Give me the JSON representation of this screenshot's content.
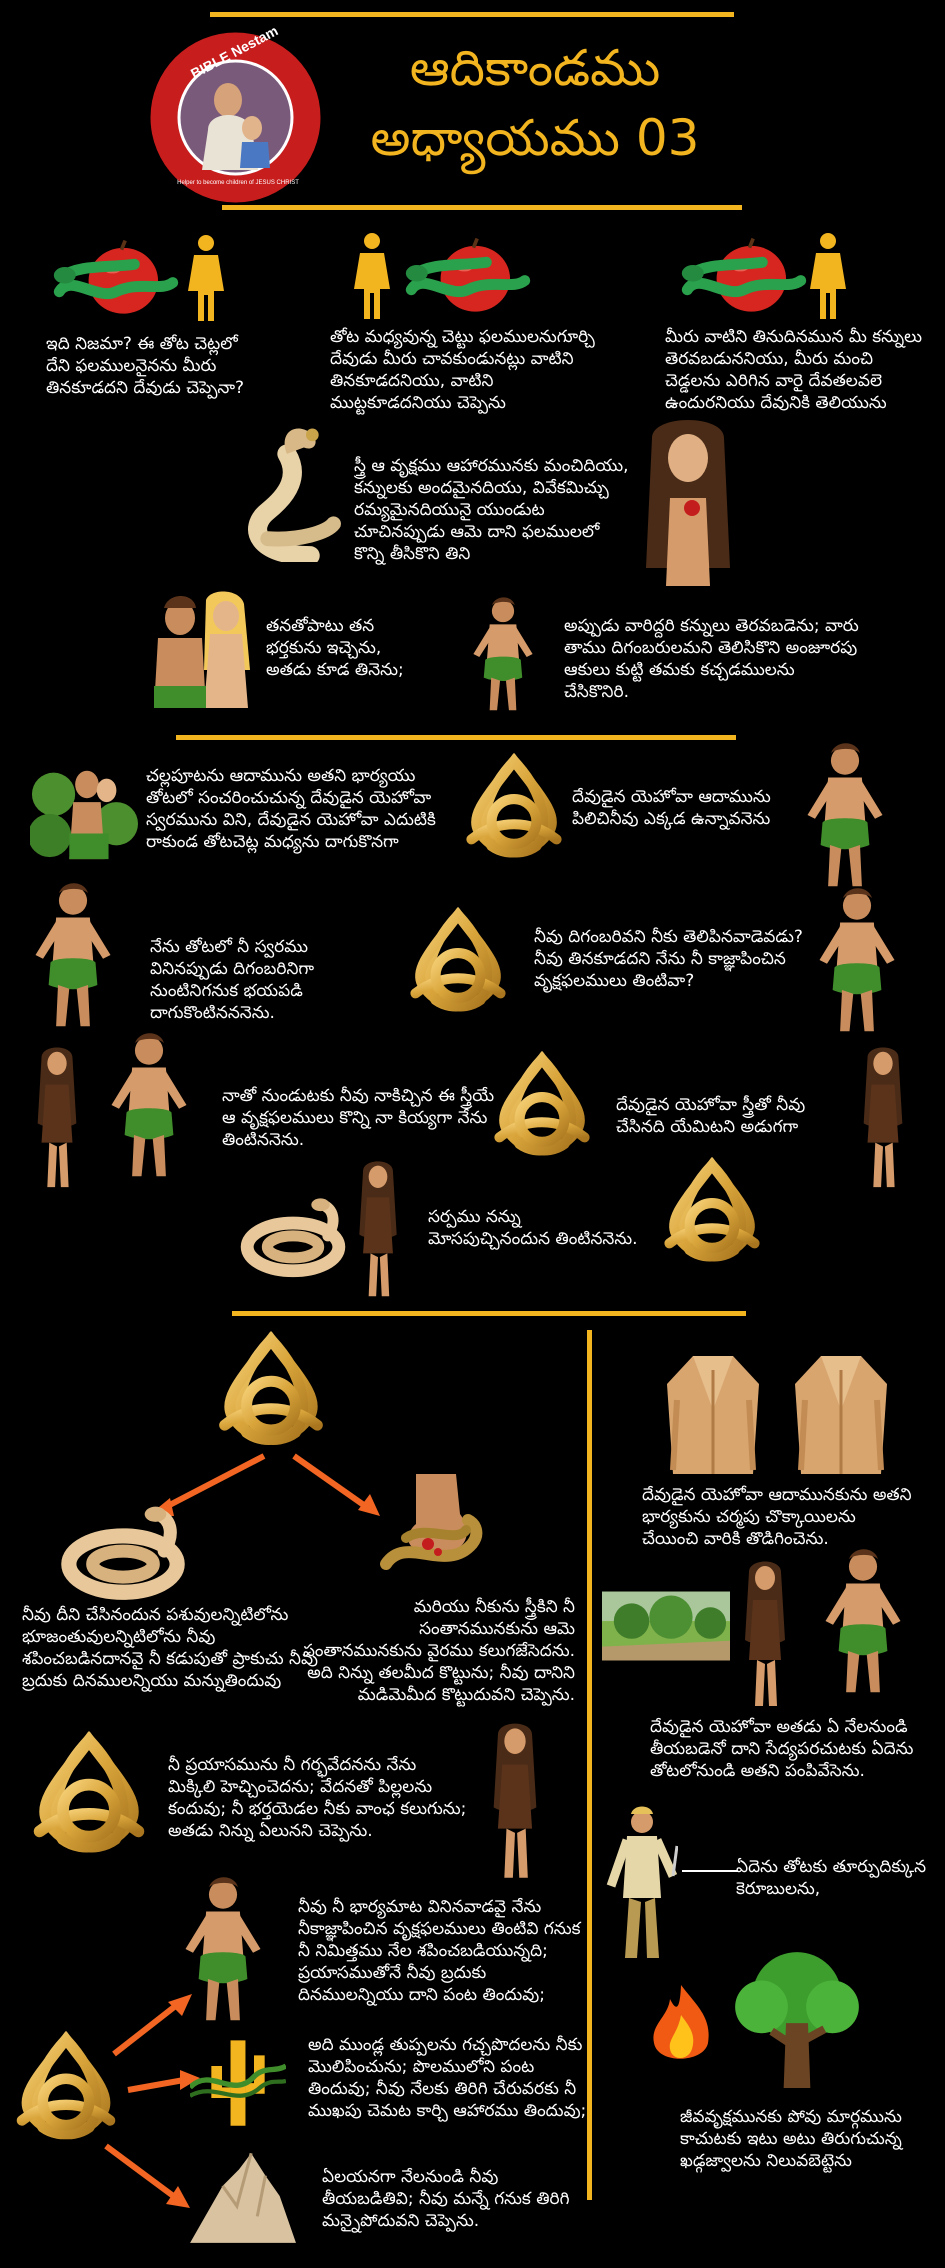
{
  "header": {
    "title_line1": "ఆదికాండము",
    "title_line2": "అధ్యాయము 03",
    "logo_top_text": "BIBLE Nestam",
    "logo_tag": "Helper to become children of JESUS CHRIST"
  },
  "colors": {
    "gold": "#f2b41f",
    "apple": "#d6261f",
    "snake": "#2aa14c",
    "skin": "#d69b6a",
    "leaf": "#3f8d2b",
    "hair": "#4a2b17"
  },
  "section1": {
    "q1": "ఇది నిజమా? ఈ తోట చెట్లలో దేని ఫలములనైనను మీరు తినకూడదని దేవుడు చెప్పెనా?",
    "a1": "తోట మధ్యవున్న చెట్టు ఫలములనుగూర్చి దేవుడు మీరు చావకుండునట్లు వాటిని తినకూడదనియు, వాటిని ముట్టకూడదనియు చెప్పెను",
    "q2": "మీరు వాటిని తినుదినమున మీ కన్నులు తెరవబడుననియు, మీరు మంచి చెడ్డలను ఎరిగిన వారై దేవతలవలె ఉందురనియు దేవునికి తెలియును",
    "eve_eat": "స్త్రీ ఆ వృక్షము ఆహారమునకు మంచిదియు, కన్నులకు అందమైనదియు, వివేకమిచ్చు రమ్యమైనదియునై యుండుట చూచినప్పుడు ఆమె దాని ఫలములలో కొన్ని తీసికొని తిని",
    "adam_eat": "తనతోపాటు తన భర్తకును ఇచ్చెను, అతడు కూడ తినెను;",
    "eyes_open": "అప్పుడు వారిద్దరి కన్నులు తెరవబడెను; వారు తాము దిగంబరులమని తెలిసికొని అంజూరపు ఆకులు కుట్టి తమకు కచ్చడములను చేసికొనిరి."
  },
  "section2": {
    "hide": "చల్లపూటను ఆదామును అతని భార్యయు తోటలో సంచరించుచున్న దేవుడైన యెహోవా స్వరమును విని, దేవుడైన యెహోవా ఎదుటికి రాకుండ తోటచెట్ల మధ్యను దాగుకొనగా",
    "call": "దేవుడైన యెహోవా ఆదామును పిలిచినీవు ఎక్కడ ఉన్నావనెను",
    "afraid": "నేను తోటలో నీ స్వరము వినినప్పుడు దిగంబరినిగా నుంటినిగనుక భయపడి దాగుకొంటినననెను.",
    "who_told": "నీవు దిగంబరివని నీకు తెలిపినవాడెవడు? నీవు తినకూడదని నేను నీ కాజ్ఞాపించిన వృక్షఫలములు తింటివా?",
    "woman_gave": "నాతో నుండుటకు నీవు నాకిచ్చిన ఈ స్త్రీయే ఆ వృక్షఫలములు కొన్ని నా కియ్యగా నేను తింటిననెను.",
    "what_done": "దేవుడైన యెహోవా స్త్రీతో నీవు చేసినది యేమిటని అడుగగా",
    "serpent": "సర్పము నన్ను మోసపుచ్చినందున తింటిననెను."
  },
  "section3": {
    "curse_serpent": "నీవు దీని చేసినందున పశువులన్నిటిలోను భూజంతువులన్నిటిలోను నీవు శపించబడినదానవై నీ కడుపుతో ప్రాకుచు నీవు బ్రదుకు దినములన్నియు మన్నుతిందువు",
    "enmity": "మరియు నీకును స్త్రీకిని నీ సంతానమునకును ఆమె సంతానమునకును వైరము కలుగజేసెదను. అది నిన్ను తలమీద కొట్టును; నీవు దానిని మడిమెమీద కొట్టుదువని చెప్పెను.",
    "woman_curse": "నీ ప్రయాసమును నీ గర్భవేదనను నేను మిక్కిలి హెచ్చించెదను; వేదనతో పిల్లలను కందువు; నీ భర్తయెడల నీకు వాంఛ కలుగును; అతడు నిన్ను ఏలునని చెప్పెను.",
    "adam_curse": "నీవు నీ భార్యమాట వినినవాడవై నేను నీకాజ్ఞాపించిన వృక్షఫలములు తింటివి గనుక నీ నిమిత్తము నేల శపించబడియున్నది; ప్రయాసముతోనే నీవు బ్రదుకు దినములన్నియు దాని పంట తిందువు;",
    "thorns": "అది ముండ్ల తుప్పలను గచ్చపొదలను నీకు మొలిపించును; పొలములోని పంట తిందువు; నీవు నేలకు తిరిగి చేరువరకు నీ ముఖపు చెమట కార్చి ఆహారము తిందువు;",
    "dust": "ఏలయనగా నేలనుండి నీవు తీయబడితివి; నీవు మన్నే గనుక తిరిగి మన్నైపోదువని చెప్పెను.",
    "skins": "దేవుడైన యెహోవా ఆదామునకును అతని భార్యకును చర్మపు చొక్కాయిలను చేయించి వారికి తొడిగించెను.",
    "sent_out": "దేవుడైన యెహోవా అతడు ఏ నేలనుండి తీయబడెనో దాని సేద్యపరచుటకు ఏదెను తోటలోనుండి అతని పంపివేసెను.",
    "cherubim": "ఏదెను తోటకు తూర్పుదిక్కున కెరూబులను,",
    "sword": "జీవవృక్షమునకు పోవు మార్గమును కాచుటకు ఇటు అటు తిరుగుచున్న ఖడ్గజ్వాలను నిలువబెట్టెను"
  }
}
